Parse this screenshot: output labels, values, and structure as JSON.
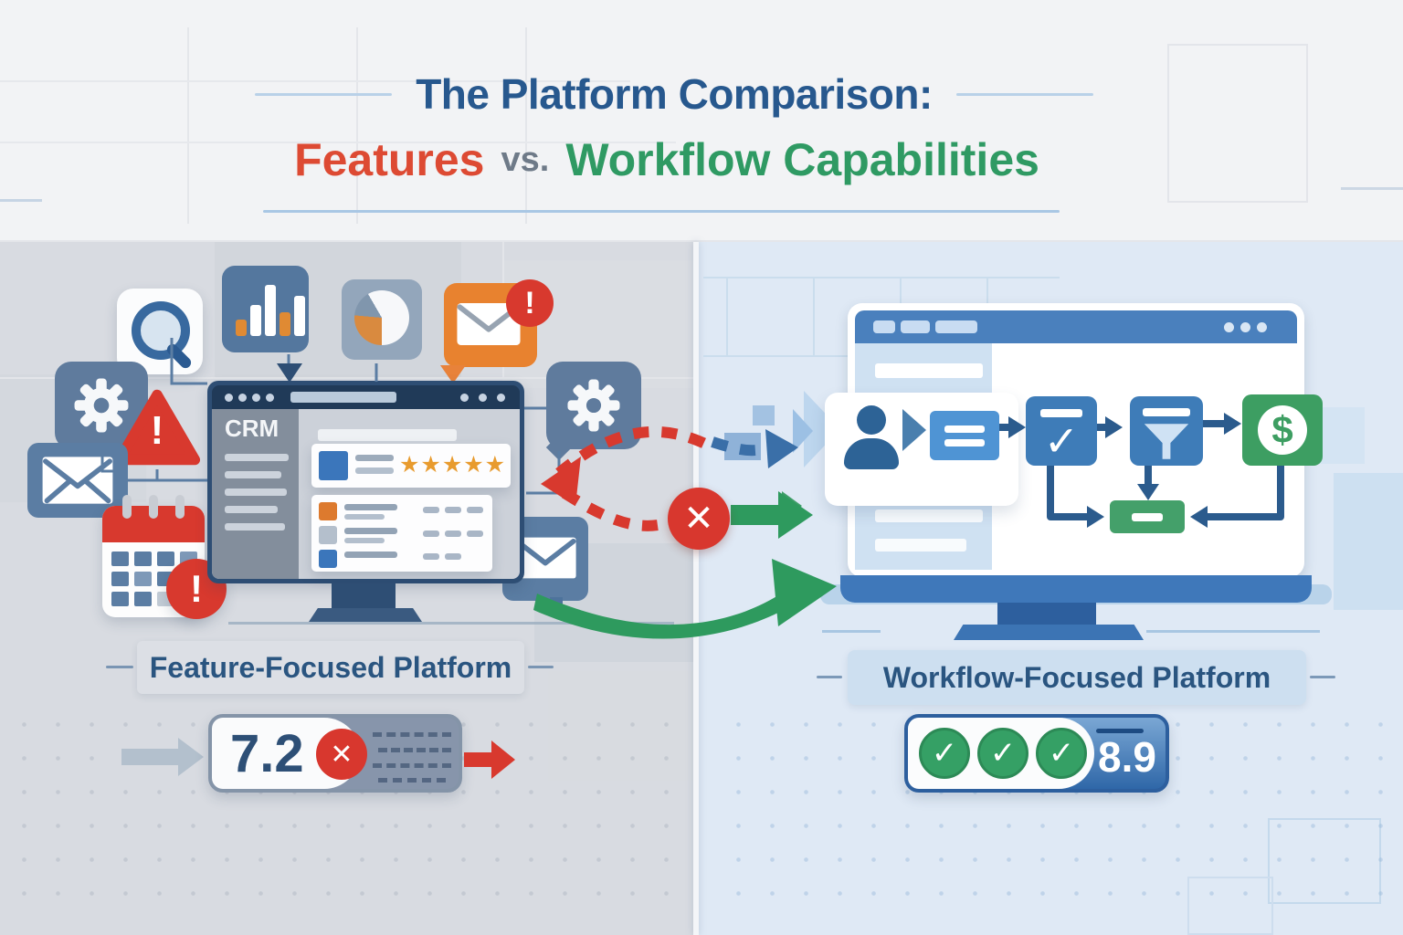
{
  "title": {
    "line1": "The Platform Comparison:",
    "features": "Features",
    "vs": "vs.",
    "workflow": "Workflow Capabilities"
  },
  "left_platform": {
    "label": "Feature-Focused Platform",
    "score": "7.2",
    "app_name": "CRM",
    "star_rating": 5,
    "icons": [
      "search-icon",
      "bar-chart-icon",
      "pie-chart-icon",
      "email-alert-icon",
      "gear-icon",
      "alert-triangle-icon",
      "envelope-icon",
      "calendar-alert-icon"
    ]
  },
  "right_platform": {
    "label": "Workflow-Focused Platform",
    "score": "8.9",
    "check_count": 3,
    "icons": [
      "user-icon",
      "task-card-icon",
      "checklist-node-icon",
      "funnel-node-icon",
      "dollar-node-icon",
      "result-node-icon"
    ]
  },
  "glyphs": {
    "stars": "★★★★★",
    "check": "✓",
    "cross": "✕",
    "exclaim": "!",
    "dollar": "$"
  },
  "colors": {
    "title_blue": "#27588e",
    "features_red": "#dd4a33",
    "vs_gray": "#6e7a88",
    "workflow_green": "#2f9a63",
    "alert_red": "#d8392e",
    "accent_orange": "#e8822f",
    "star_orange": "#e89b2e",
    "arrow_green": "#2e9a5e",
    "link_blue": "#3a6fa8",
    "monitor_navy": "#2e4e74",
    "monitor_blue": "#4a80bd"
  }
}
